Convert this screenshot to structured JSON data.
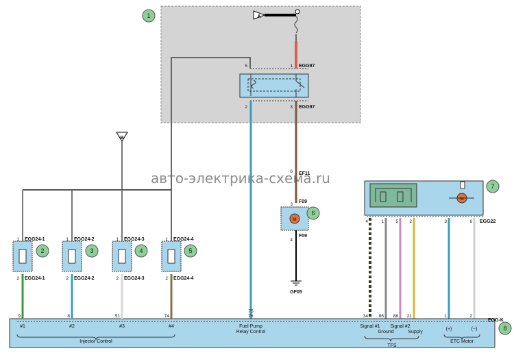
{
  "watermark": "авто-электрика-схема.ru",
  "callouts": [
    "1",
    "2",
    "3",
    "4",
    "5",
    "6",
    "7",
    "8"
  ],
  "relay": {
    "conn_top": "EGG97",
    "conn_bottom": "EGG97",
    "pin1": "1",
    "pin2": "2",
    "pin5": "5",
    "pin3": "3",
    "arrow_a": "A"
  },
  "ground_b": "B",
  "injectors": [
    {
      "top": "EGG24-1",
      "bottom": "EGG24-1",
      "pin_top": "1",
      "pin_bottom": "2",
      "ecu_pin": "9",
      "ecu_label": "#1"
    },
    {
      "top": "EGG24-2",
      "bottom": "EGG24-2",
      "pin_top": "1",
      "pin_bottom": "2",
      "ecu_pin": "8",
      "ecu_label": "#2"
    },
    {
      "top": "EGG24-3",
      "bottom": "EGG24-3",
      "pin_top": "1",
      "pin_bottom": "2",
      "ecu_pin": "51",
      "ecu_label": "#3"
    },
    {
      "top": "EGG24-4",
      "bottom": "EGG24-4",
      "pin_top": "1",
      "pin_bottom": "2",
      "ecu_pin": "74",
      "ecu_label": "#4"
    }
  ],
  "injector_group": "Injector Control",
  "fuel_pump": {
    "ef_label": "EF11",
    "ef_pin": "6",
    "conn_top": "F09",
    "conn_bottom": "F09",
    "pin_top": "3",
    "pin_bottom": "4",
    "ground": "GF05",
    "ecu_pin_a": "75",
    "ecu_pin_b": "76",
    "ecu_label_1": "Fuel Pump",
    "ecu_label_2": "Relay Control"
  },
  "etc": {
    "conn": "EGG22",
    "pins": [
      "4",
      "1",
      "5",
      "2",
      "3",
      "6"
    ],
    "ecu_pins": [
      "34",
      "86",
      "88",
      "21",
      "1",
      "2"
    ],
    "labels": [
      "Signal #1",
      "Ground",
      "Signal #2",
      "Supply",
      "(+)",
      "(−)"
    ],
    "tfs": "TFS",
    "etc_motor": "ETC Motor",
    "ecu_conn": "EGG-K",
    "motor": "M"
  },
  "pump_motor": "M",
  "colors": {
    "ecu_fill": "#a9d6ea",
    "shade": "#d3d3d3",
    "etc_fill": "#a9d6ea",
    "green_box": "#7fb89a",
    "orange": "#e06a3a"
  }
}
